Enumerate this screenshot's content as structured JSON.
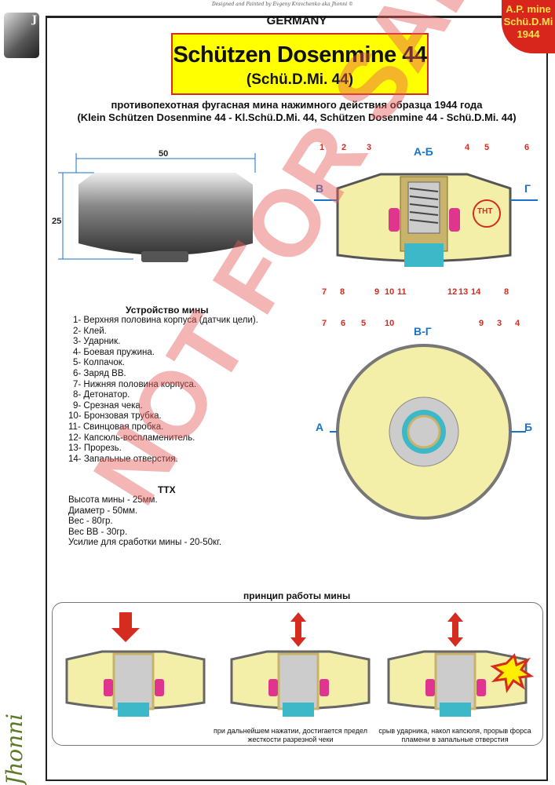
{
  "credit": "Designed and Painted by Evgeny Kravchenko aka Jhonni ©",
  "badge": [
    "A.P. mine",
    "Schü.D.Mi",
    "1944"
  ],
  "country": "GERMANY",
  "title": "Schützen Dosenmine 44",
  "subtitle": "(Schü.D.Mi. 44)",
  "description_ru": "противопехотная фугасная мина нажимного действия образца 1944 года",
  "description_names": "(Klein Schützen Dosenmine 44 - Kl.Schü.D.Mi. 44, Schützen Dosenmine 44 - Schü.D.Mi. 44)",
  "dimensions": {
    "width": "50",
    "height": "25"
  },
  "section_ab": {
    "title": "А-Б",
    "left": "В",
    "right": "Г",
    "tnt": "ТНТ",
    "top_labels": [
      "1",
      "2",
      "3",
      "4",
      "5",
      "6"
    ],
    "bottom_labels": [
      "7",
      "8",
      "9",
      "10",
      "11",
      "12",
      "13",
      "14",
      "8"
    ]
  },
  "section_vg": {
    "title": "В-Г",
    "left": "А",
    "right": "Б",
    "top_labels": [
      "7",
      "6",
      "5",
      "10",
      "9",
      "3",
      "4"
    ]
  },
  "device": {
    "heading": "Устройство мины",
    "items": [
      "1- Верхняя половина корпуса (датчик цели).",
      "2- Клей.",
      "3- Ударник.",
      "4- Боевая пружина.",
      "5- Колпачок.",
      "6- Заряд ВВ.",
      "7- Нижняя половина корпуса.",
      "8- Детонатор.",
      "9- Срезная чека.",
      "10- Бронзовая трубка.",
      "11- Свинцовая пробка.",
      "12- Капсюль-воспламенитель.",
      "13- Прорезь.",
      "14- Запальные отверстия."
    ]
  },
  "specs": {
    "heading": "ТТХ",
    "items": [
      "Высота мины - 25мм.",
      "Диаметр - 50мм.",
      "Вес - 80гр.",
      "Вес ВВ - 30гр.",
      "Усилие для сработки мины - 20-50кг."
    ]
  },
  "principle": {
    "heading": "принцип работы мины",
    "captions": [
      "",
      "при дальнейшем нажатии, достигается предел жесткости разрезной чеки",
      "срыв ударника, накол капсюля, прорыв форса пламени в запальные отверстия"
    ]
  },
  "watermark": "NOT FOR SALE",
  "signature": "Jhonni",
  "colors": {
    "accent": "#d62b1f",
    "title_bg": "#ffff00",
    "explosive": "#f3efa8",
    "section": "#1a73c8"
  }
}
